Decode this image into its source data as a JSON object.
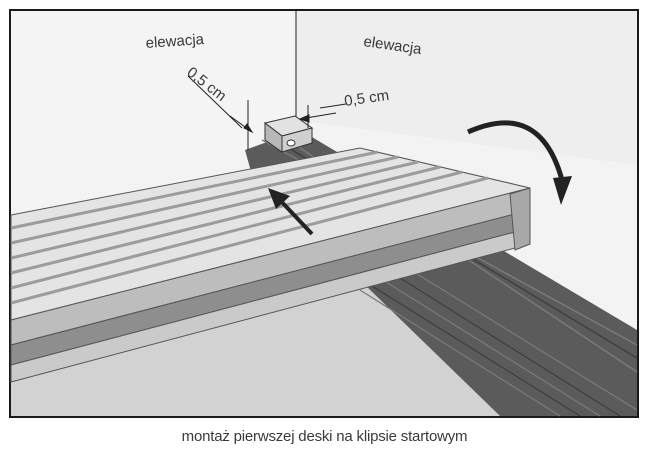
{
  "labels": {
    "elevation_left": "elewacja",
    "elevation_right": "elewacja",
    "gap_left": "0,5 cm",
    "gap_right": "0,5 cm"
  },
  "caption": "montaż pierwszej deski na klipsie startowym",
  "colors": {
    "frame": "#1a1a1a",
    "wall": "#f2f2f2",
    "floor": "#cfcfcf",
    "board_top": "#e6e6e6",
    "board_groove": "#9a9a9a",
    "joist": "#555555",
    "arrow": "#2a2a2a"
  },
  "icons": [
    "rotate-arrow-icon",
    "push-arrow-icon"
  ]
}
